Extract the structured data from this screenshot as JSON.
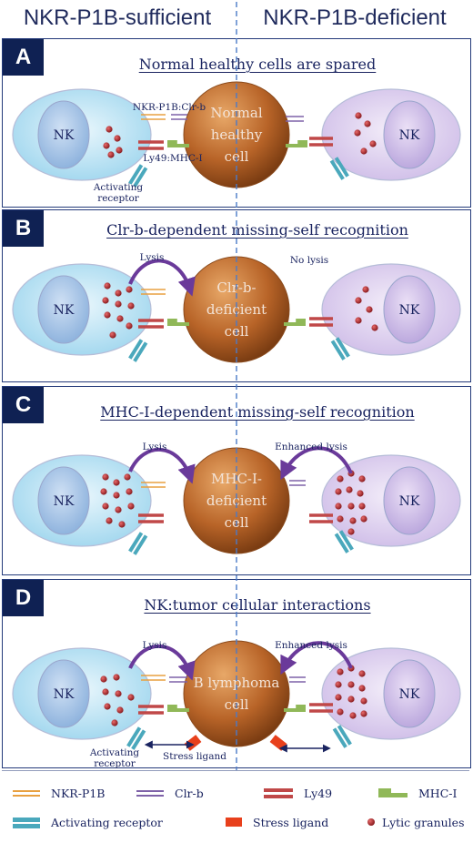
{
  "columns": {
    "left": "NKR-P1B-sufficient",
    "right": "NKR-P1B-deficient"
  },
  "panels": [
    {
      "letter": "A",
      "title": "Normal healthy cells are spared",
      "target": [
        "Normal",
        "healthy",
        "cell"
      ],
      "labels": {
        "nkrp1b_clrb": "NKR-P1B:Clr-b",
        "ly49_mhc": "Ly49:MHC-I",
        "activating": [
          "Activating",
          "receptor"
        ]
      }
    },
    {
      "letter": "B",
      "title": "Clr-b-dependent missing-self recognition",
      "target": [
        "Clr-b-",
        "deficient",
        "cell"
      ],
      "labels": {
        "left_arrow": "Lysis",
        "right_note": "No lysis"
      }
    },
    {
      "letter": "C",
      "title": "MHC-I-dependent missing-self recognition",
      "target": [
        "MHC-I-",
        "deficient",
        "cell"
      ],
      "labels": {
        "left_arrow": "Lysis",
        "right_arrow": "Enhanced lysis"
      }
    },
    {
      "letter": "D",
      "title": "NK:tumor cellular interactions",
      "target": [
        "B lymphoma",
        "cell"
      ],
      "labels": {
        "left_arrow": "Lysis",
        "right_arrow": "Enhanced lysis",
        "activating": [
          "Activating",
          "receptor"
        ],
        "stress": "Stress ligand"
      }
    }
  ],
  "nk_label": "NK",
  "legend": {
    "nkrp1b": "NKR-P1B",
    "clrb": "Clr-b",
    "ly49": "Ly49",
    "mhc": "MHC-I",
    "activating": "Activating receptor",
    "stress": "Stress ligand",
    "granules": "Lytic granules"
  },
  "colors": {
    "nkrp1b": "#e8a040",
    "clrb": "#7e62a8",
    "ly49": "#c04848",
    "mhc": "#90b858",
    "activating": "#4aa8bc",
    "stress": "#e8401c",
    "granule": "#a8282c",
    "arrow": "#6a3a9a",
    "nk_left": "#a8dcf0",
    "nk_right": "#d8c8ec",
    "target": "#b86428"
  }
}
